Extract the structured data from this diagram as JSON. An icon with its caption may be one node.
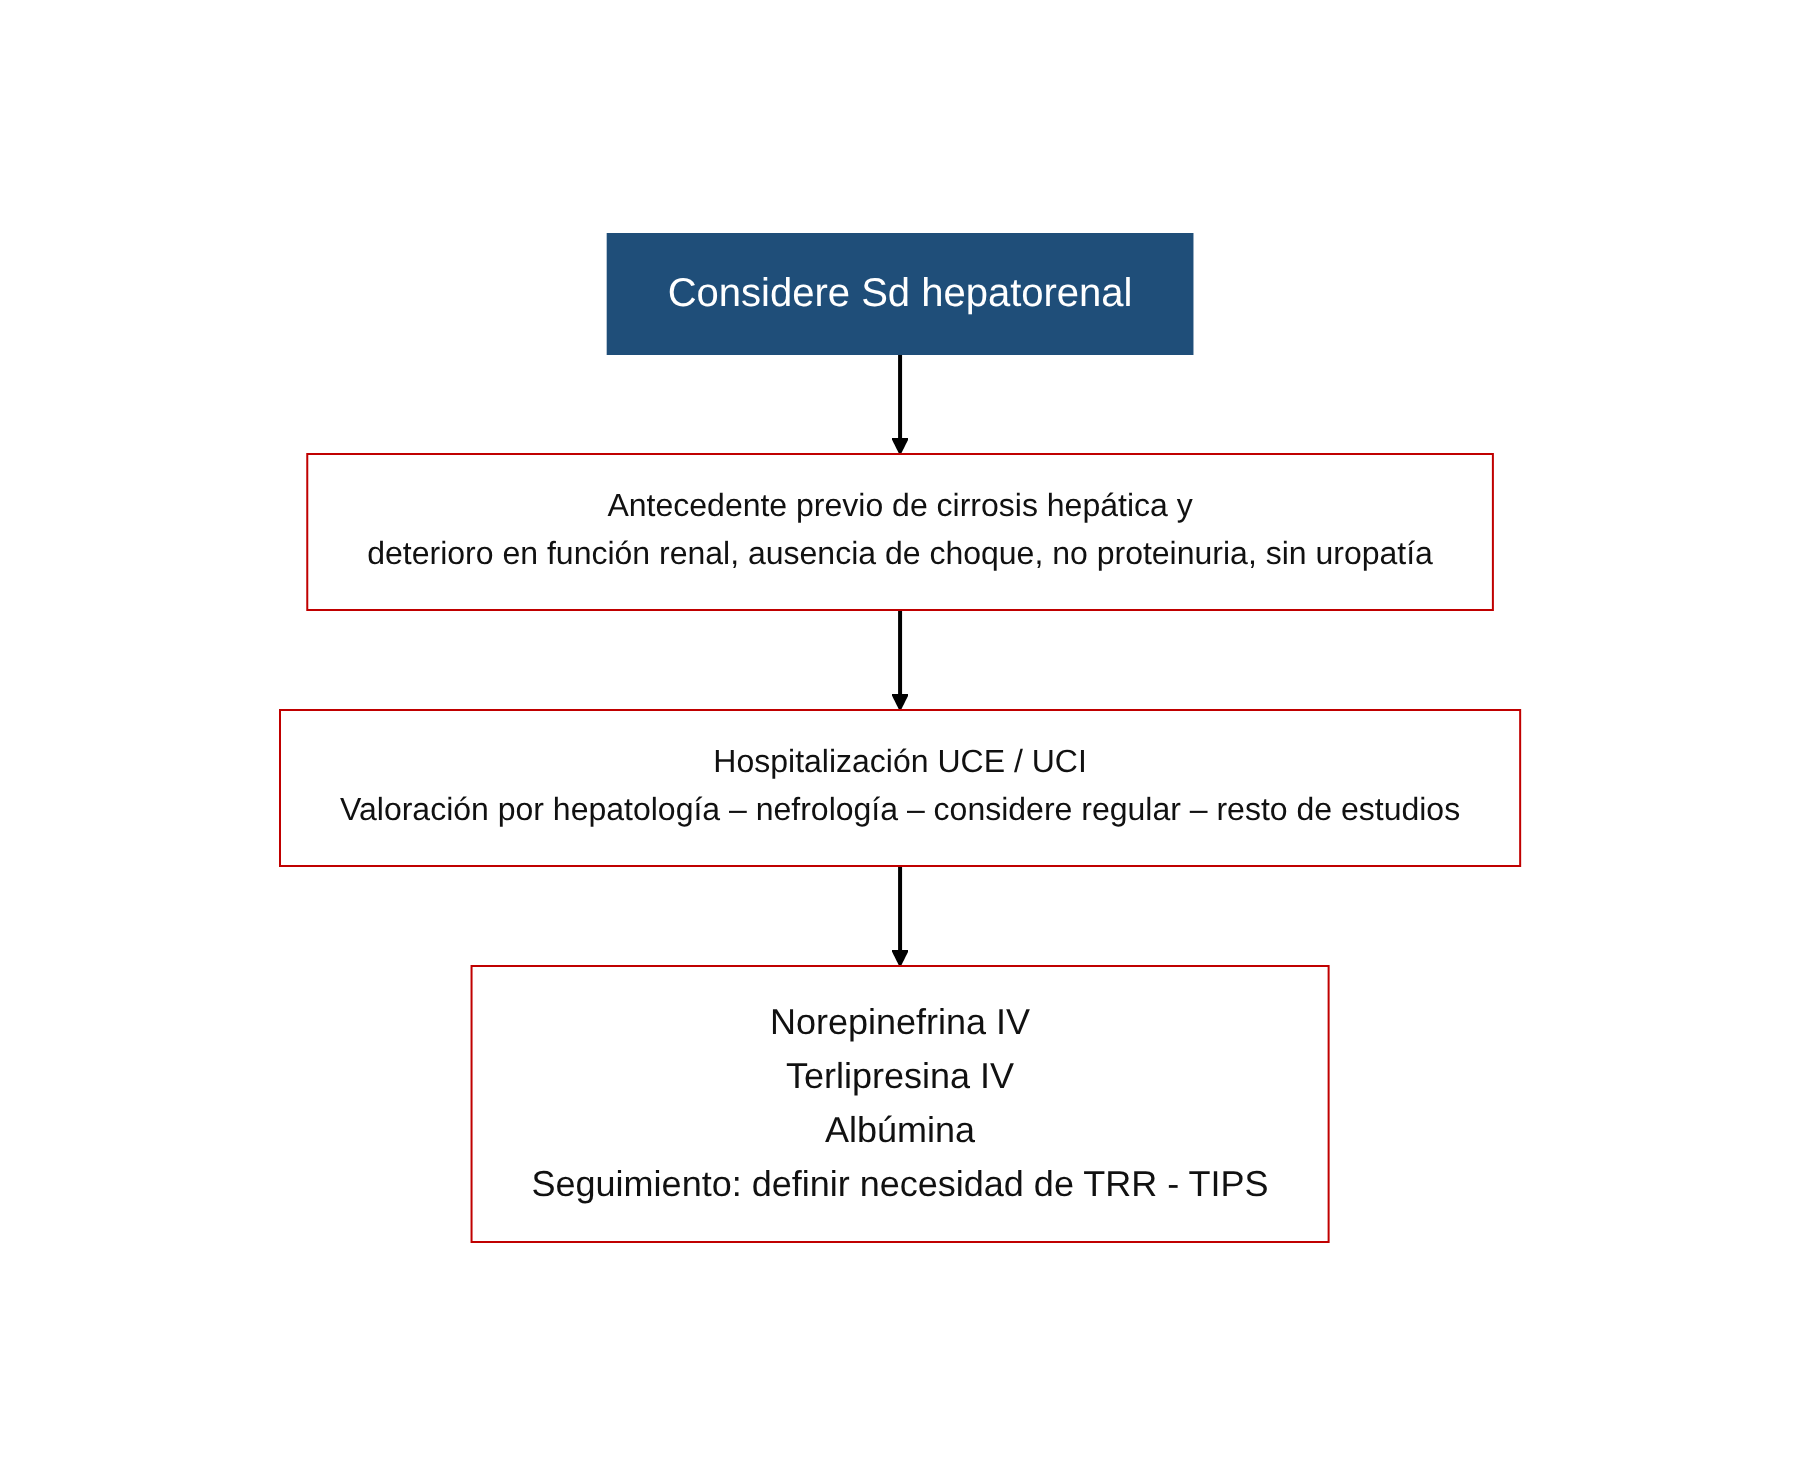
{
  "diagram": {
    "nodes": [
      {
        "text": [
          "Considere Sd hepatorenal"
        ]
      },
      {
        "text": [
          "Antecedente previo de cirrosis hepática y",
          "deterioro en función renal, ausencia de choque, no proteinuria, sin uropatía"
        ]
      },
      {
        "text": [
          "Hospitalización UCE / UCI",
          "Valoración por hepatología – nefrología – considere regular – resto de estudios"
        ]
      },
      {
        "text": [
          "Norepinefrina IV",
          "Terlipresina IV",
          "Albúmina",
          "Seguimiento: definir necesidad de TRR - TIPS"
        ]
      }
    ],
    "edges": [
      {
        "from": 0,
        "to": 1,
        "arrow": "to"
      },
      {
        "from": 1,
        "to": 2,
        "arrow": "to"
      },
      {
        "from": 2,
        "to": 3,
        "arrow": "to"
      }
    ]
  }
}
